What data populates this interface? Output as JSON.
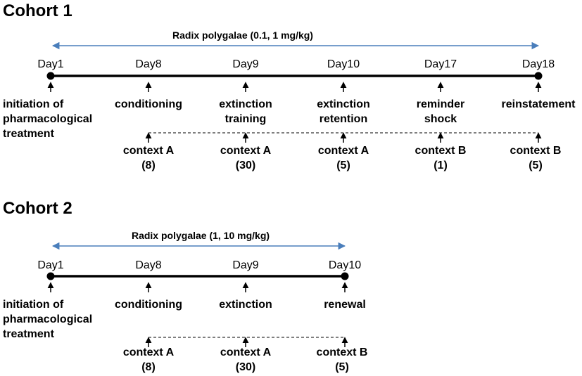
{
  "cohort1": {
    "title": "Cohort 1",
    "drug": "Radix polygalae (0.1, 1 mg/kg)",
    "days": [
      "Day1",
      "Day8",
      "Day9",
      "Day10",
      "Day17",
      "Day18"
    ],
    "events": [
      "initiation of\npharmacological\ntreatment",
      "conditioning",
      "extinction\ntraining",
      "extinction\nretention",
      "reminder\nshock",
      "reinstatement"
    ],
    "contexts": [
      {
        "name": "context A",
        "count": "(8)"
      },
      {
        "name": "context A",
        "count": "(30)"
      },
      {
        "name": "context A",
        "count": "(5)"
      },
      {
        "name": "context B",
        "count": "(1)"
      },
      {
        "name": "context B",
        "count": "(5)"
      }
    ]
  },
  "cohort2": {
    "title": "Cohort 2",
    "drug": "Radix polygalae (1, 10 mg/kg)",
    "days": [
      "Day1",
      "Day8",
      "Day9",
      "Day10"
    ],
    "events": [
      "initiation of\npharmacological\ntreatment",
      "conditioning",
      "extinction",
      "renewal"
    ],
    "contexts": [
      {
        "name": "context A",
        "count": "(8)"
      },
      {
        "name": "context A",
        "count": "(30)"
      },
      {
        "name": "context B",
        "count": "(5)"
      }
    ]
  },
  "colors": {
    "drug_arrow": "#4a7ebb",
    "timeline": "#000000"
  }
}
